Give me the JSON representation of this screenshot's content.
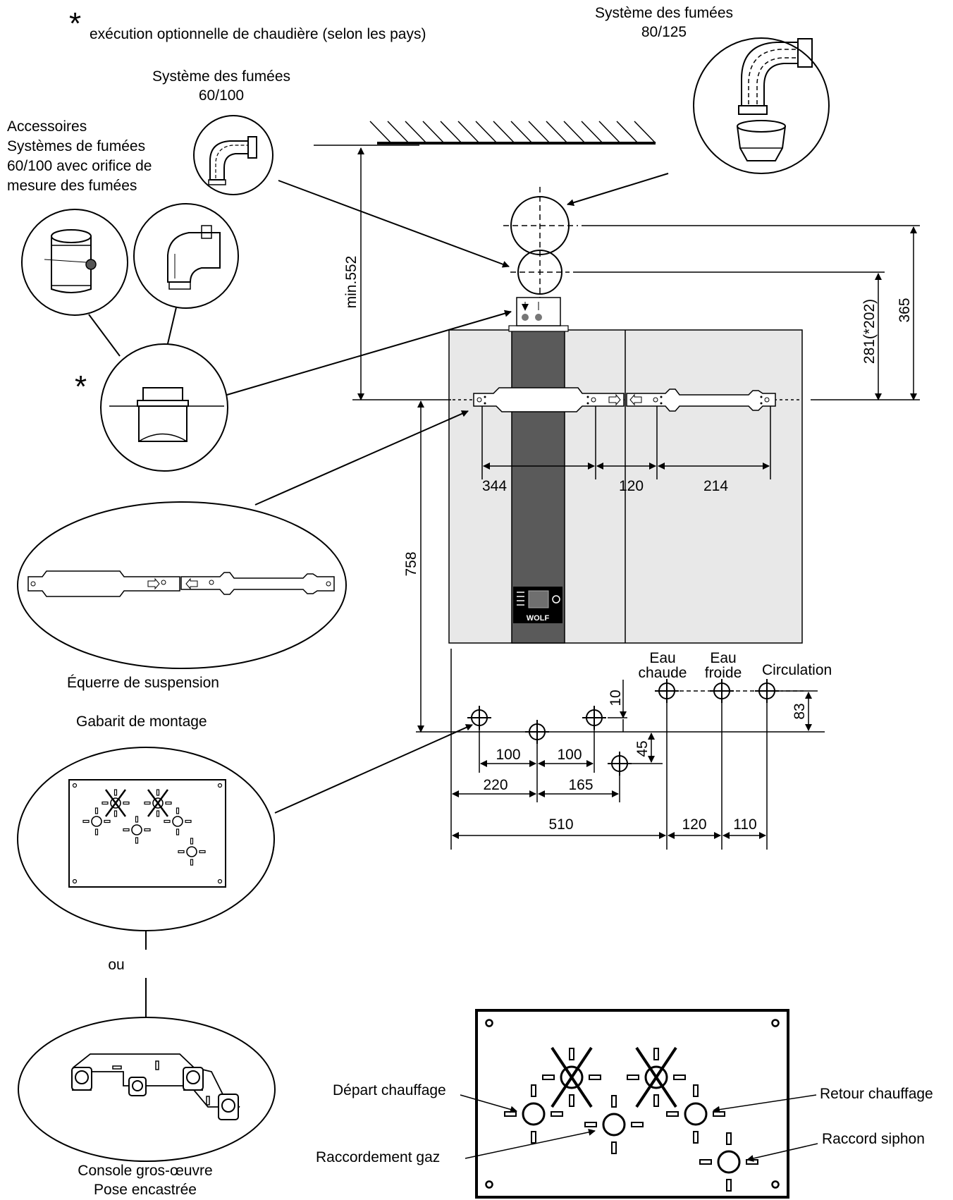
{
  "note": {
    "star": "*",
    "text": "exécution optionnelle de chaudière (selon les pays)"
  },
  "flue_80_125": {
    "line1": "Système des fumées",
    "line2": "80/125"
  },
  "flue_60_100": {
    "line1": "Système des fumées",
    "line2": "60/100"
  },
  "accessories": {
    "line1": "Accessoires",
    "line2": "Systèmes de fumées",
    "line3": "60/100 avec orifice de",
    "line4": "mesure des fumées"
  },
  "optional_star": "*",
  "dimensions": {
    "min_height": "min.552",
    "d281": "281(*202)",
    "d365": "365",
    "d344": "344",
    "d120_top": "120",
    "d214": "214",
    "d758": "758",
    "d10": "10",
    "d45": "45",
    "d83": "83",
    "d100_a": "100",
    "d100_b": "100",
    "d220": "220",
    "d165": "165",
    "d510": "510",
    "d120_bottom": "120",
    "d110": "110"
  },
  "connections": {
    "hot_line1": "Eau",
    "hot_line2": "chaude",
    "cold_line1": "Eau",
    "cold_line2": "froide",
    "circulation": "Circulation"
  },
  "brand": "WOLF",
  "labels": {
    "bracket": "Équerre de suspension",
    "template": "Gabarit de montage",
    "or": "ou",
    "console_line1": "Console gros-œuvre",
    "console_line2": "Pose encastrée"
  },
  "detail": {
    "depart": "Départ chauffage",
    "retour": "Retour chauffage",
    "gaz": "Raccordement gaz",
    "siphon": "Raccord siphon"
  }
}
